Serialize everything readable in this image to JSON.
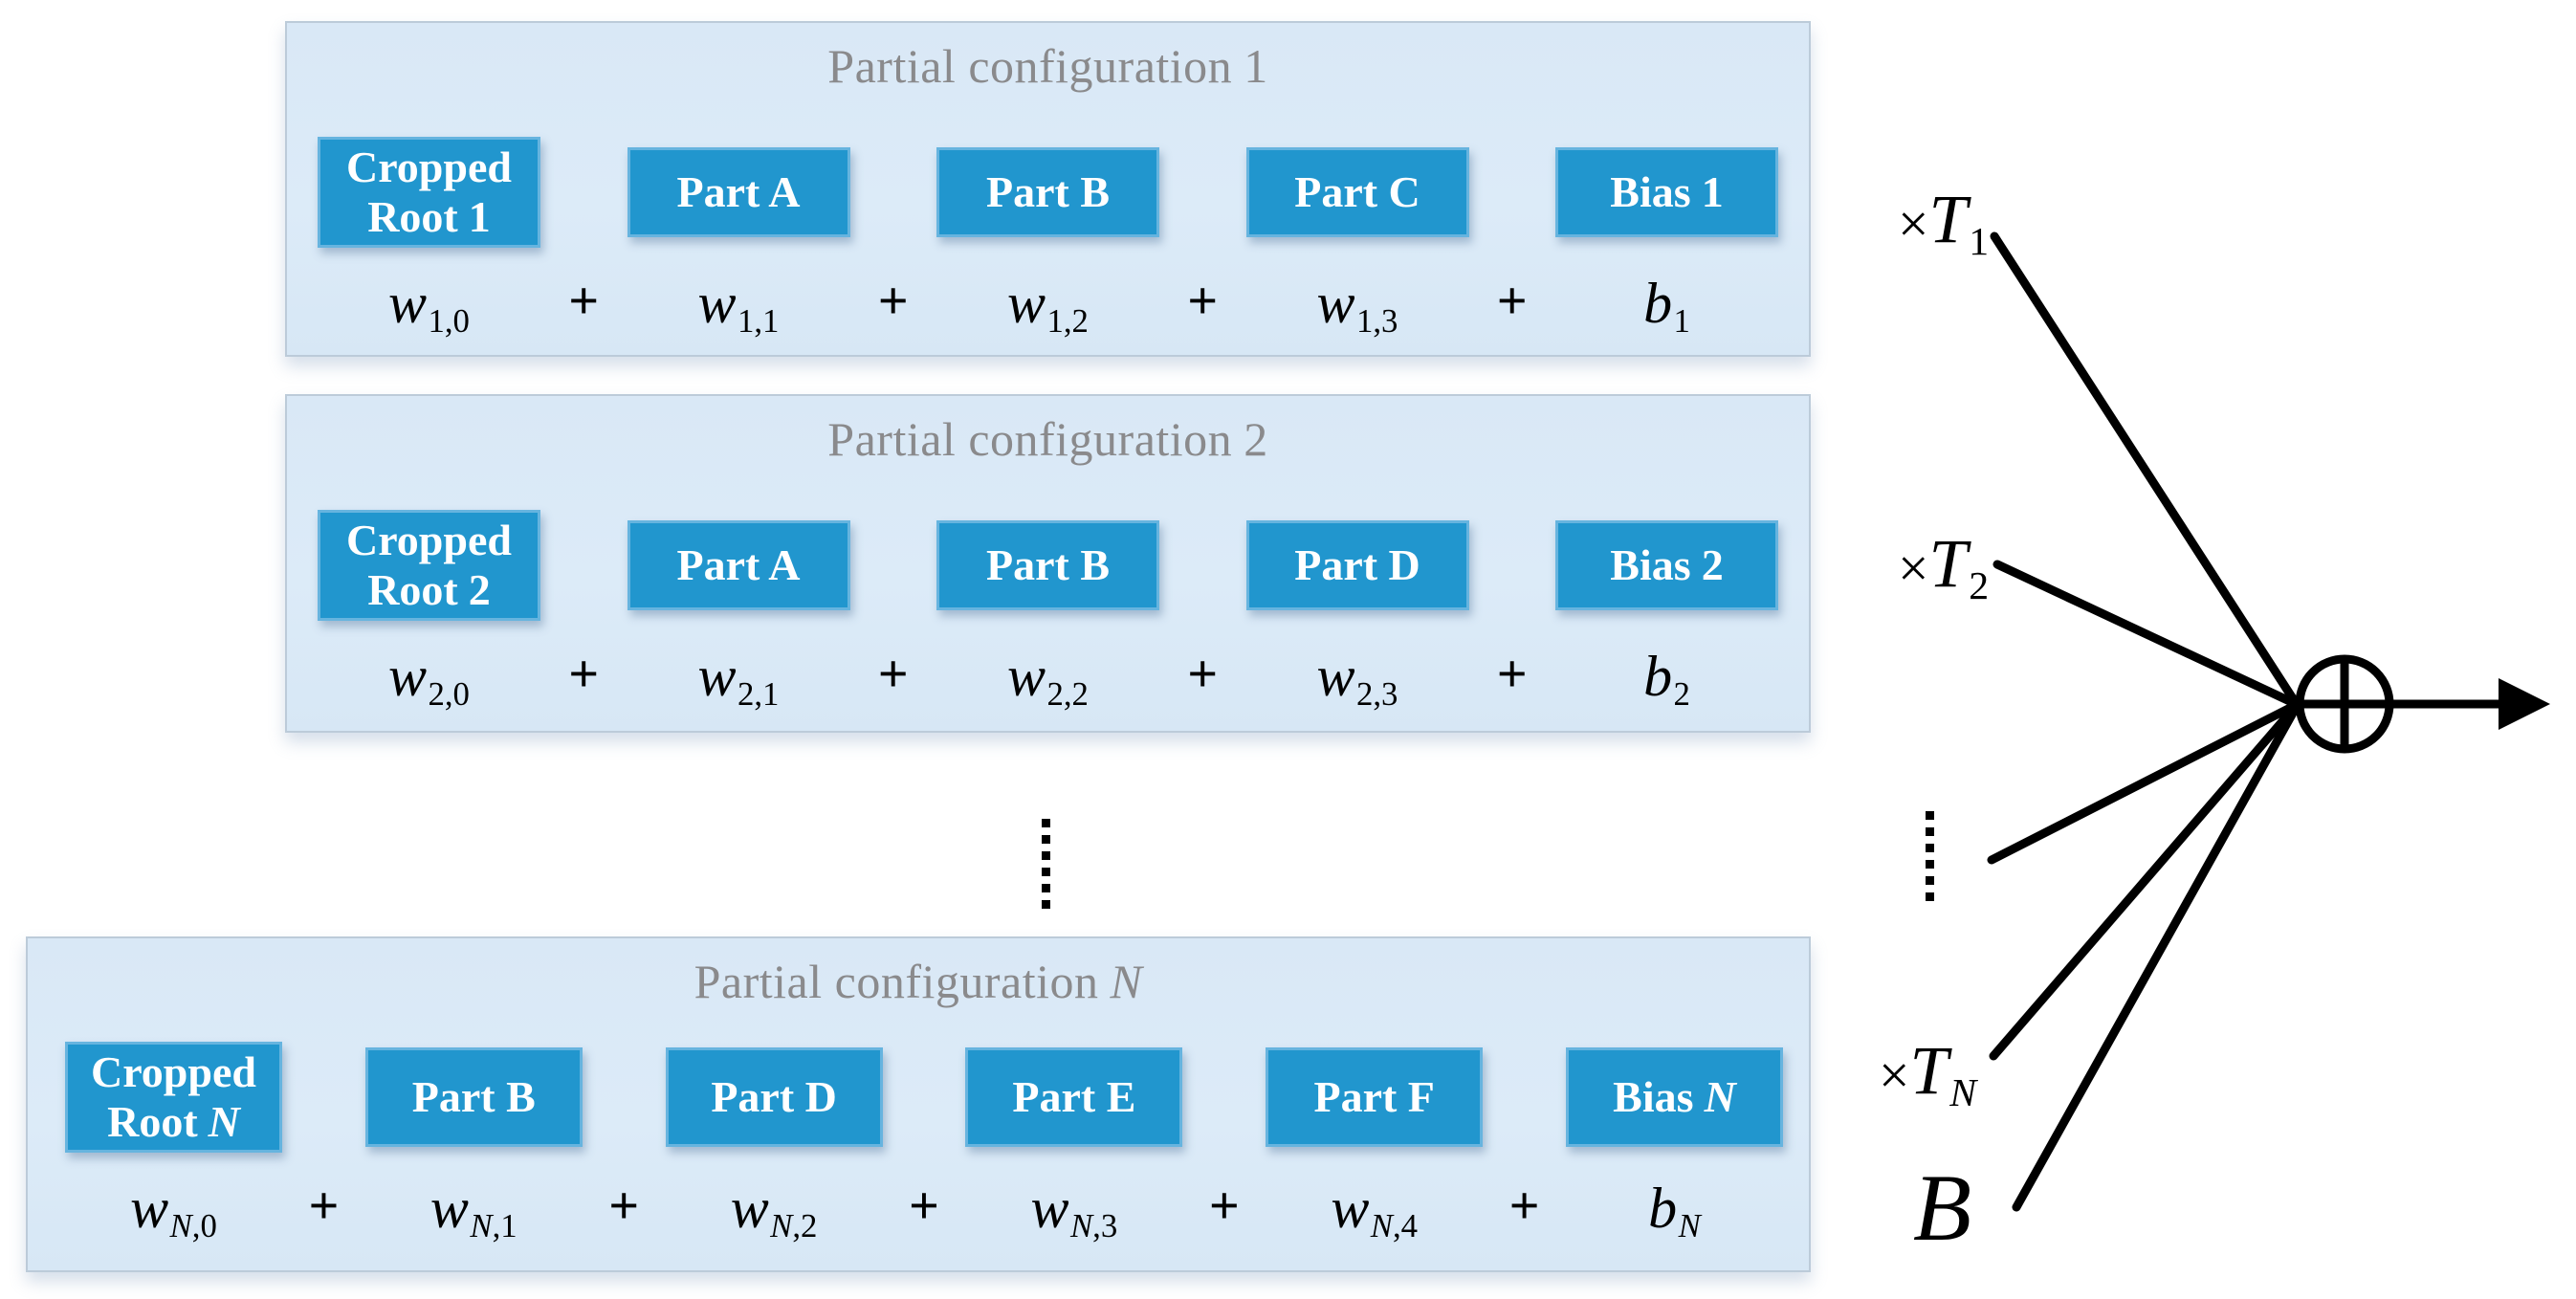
{
  "colors": {
    "box_blue": "#2196ce",
    "box_border": "#66b4df",
    "panel_bg": "#dbe9f6",
    "panel_border": "#bccbd9",
    "title_gray": "#8a8a8c",
    "ink": "#000000",
    "box_text": "#ffffff"
  },
  "panels": [
    {
      "title_text": "Partial configuration",
      "title_var": "1",
      "plus": "+",
      "boxes": [
        {
          "l1": "Cropped",
          "l2": "Root",
          "v": "1"
        },
        {
          "l1": "Part A",
          "l2": "",
          "v": ""
        },
        {
          "l1": "Part B",
          "l2": "",
          "v": ""
        },
        {
          "l1": "Part C",
          "l2": "",
          "v": ""
        },
        {
          "l1": "Bias",
          "l2": "",
          "v": "1"
        }
      ],
      "terms": [
        {
          "b": "w",
          "s1": "1",
          "s2": ",0"
        },
        {
          "b": "w",
          "s1": "1",
          "s2": ",1"
        },
        {
          "b": "w",
          "s1": "1",
          "s2": ",2"
        },
        {
          "b": "w",
          "s1": "1",
          "s2": ",3"
        },
        {
          "b": "b",
          "s1": "1",
          "s2": ""
        }
      ]
    },
    {
      "title_text": "Partial configuration",
      "title_var": "2",
      "plus": "+",
      "boxes": [
        {
          "l1": "Cropped",
          "l2": "Root",
          "v": "2"
        },
        {
          "l1": "Part A",
          "l2": "",
          "v": ""
        },
        {
          "l1": "Part B",
          "l2": "",
          "v": ""
        },
        {
          "l1": "Part D",
          "l2": "",
          "v": ""
        },
        {
          "l1": "Bias",
          "l2": "",
          "v": "2"
        }
      ],
      "terms": [
        {
          "b": "w",
          "s1": "2",
          "s2": ",0"
        },
        {
          "b": "w",
          "s1": "2",
          "s2": ",1"
        },
        {
          "b": "w",
          "s1": "2",
          "s2": ",2"
        },
        {
          "b": "w",
          "s1": "2",
          "s2": ",3"
        },
        {
          "b": "b",
          "s1": "2",
          "s2": ""
        }
      ]
    },
    {
      "title_text": "Partial configuration",
      "title_var": "N",
      "plus": "+",
      "boxes": [
        {
          "l1": "Cropped",
          "l2": "Root",
          "v": "N"
        },
        {
          "l1": "Part B",
          "l2": "",
          "v": ""
        },
        {
          "l1": "Part D",
          "l2": "",
          "v": ""
        },
        {
          "l1": "Part E",
          "l2": "",
          "v": ""
        },
        {
          "l1": "Part F",
          "l2": "",
          "v": ""
        },
        {
          "l1": "Bias",
          "l2": "",
          "v": "N"
        }
      ],
      "terms": [
        {
          "b": "w",
          "s1": "N",
          "s2": ",0"
        },
        {
          "b": "w",
          "s1": "N",
          "s2": ",1"
        },
        {
          "b": "w",
          "s1": "N",
          "s2": ",2"
        },
        {
          "b": "w",
          "s1": "N",
          "s2": ",3"
        },
        {
          "b": "w",
          "s1": "N",
          "s2": ",4"
        },
        {
          "b": "b",
          "s1": "N",
          "s2": ""
        }
      ]
    }
  ],
  "right_labels": {
    "t1": {
      "times": "×",
      "base": "T",
      "sub": "1"
    },
    "t2": {
      "times": "×",
      "base": "T",
      "sub": "2"
    },
    "tn": {
      "times": "×",
      "base": "T",
      "sub": "N"
    },
    "bias": {
      "base": "B"
    }
  }
}
